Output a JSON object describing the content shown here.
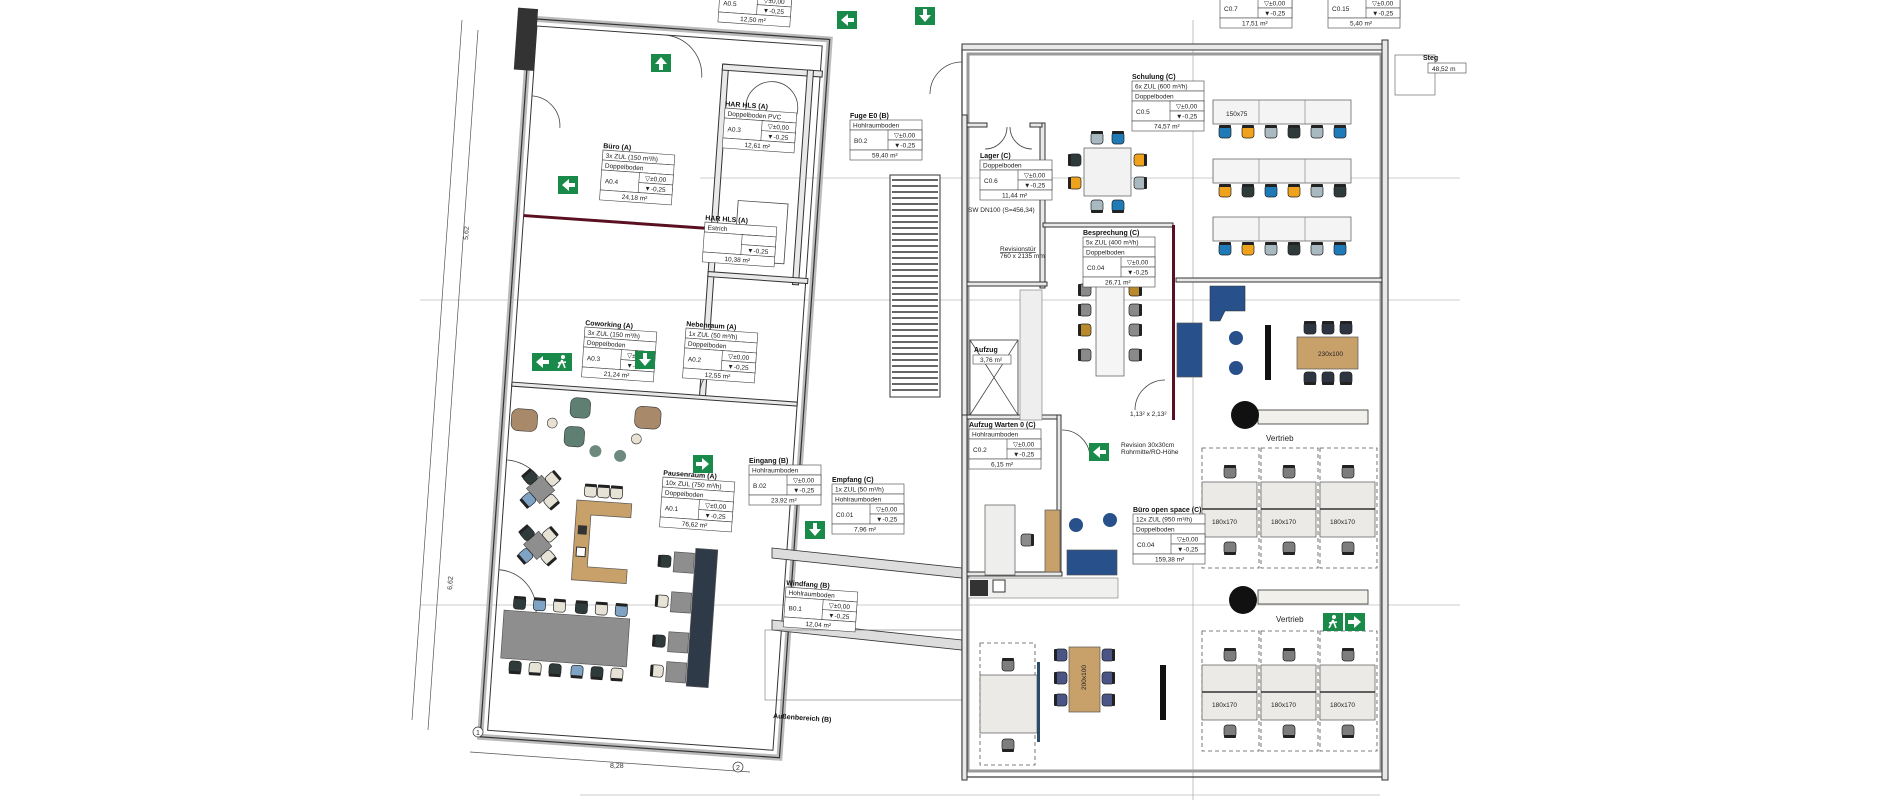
{
  "rooms": {
    "buero_a": {
      "name": "Büro (A)",
      "specs": [
        "3x ZUL (150 m³/h)",
        "Doppelboden"
      ],
      "code": "A0.4",
      "level_top": "▽±0,00",
      "level_bottom": "▼-0,25",
      "area": "24,18 m²"
    },
    "har_hls_1": {
      "name": "HAR HLS (A)",
      "specs": [
        "Doppelboden PVC"
      ],
      "code": "A0.3",
      "level_top": "▽±0,00",
      "level_bottom": "▼-0,25",
      "area": "12,61 m²"
    },
    "har_hls_2": {
      "name": "HAR HLS (A)",
      "specs": [
        "Estrich"
      ],
      "code": "",
      "level_top": "",
      "level_bottom": "▼-0,25",
      "area": "10,38 m²"
    },
    "coworking": {
      "name": "Coworking (A)",
      "specs": [
        "3x ZUL (150 m³/h)",
        "Doppelboden"
      ],
      "code": "A0.3",
      "level_top": "▽±0,00",
      "level_bottom": "▼-0,25",
      "area": "21,24 m²"
    },
    "nebenraum": {
      "name": "Nebenraum (A)",
      "specs": [
        "1x ZUL (50 m³/h)",
        "Doppelboden"
      ],
      "code": "A0.2",
      "level_top": "▽±0,00",
      "level_bottom": "▼-0,25",
      "area": "12,55 m²"
    },
    "pausenraum": {
      "name": "Pausenraum (A)",
      "specs": [
        "10x ZUL (750 m³/h)",
        "Doppelboden"
      ],
      "code": "A0.1",
      "level_top": "▽±0,00",
      "level_bottom": "▼-0,25",
      "area": "76,62 m²"
    },
    "fuge": {
      "name": "Fuge E0 (B)",
      "specs": [
        "Hohlraumboden"
      ],
      "code": "B0.2",
      "level_top": "▽±0,00",
      "level_bottom": "▼-0,25",
      "area": "59,40 m²"
    },
    "eingang": {
      "name": "Eingang (B)",
      "specs": [
        "Hohlraumboden"
      ],
      "code": "B.02",
      "level_top": "▽±0,00",
      "level_bottom": "▼-0,25",
      "area": "23,92 m²"
    },
    "empfang": {
      "name": "Empfang (C)",
      "specs": [
        "1x ZUL (50 m³/h)",
        "Hohlraumboden"
      ],
      "code": "C0.01",
      "level_top": "▽±0,00",
      "level_bottom": "▼-0,25",
      "area": "7,96 m²"
    },
    "windfang": {
      "name": "Windfang (B)",
      "specs": [
        "Hohlraumboden"
      ],
      "code": "B0.1",
      "level_top": "▽±0,00",
      "level_bottom": "▼-0,25",
      "area": "12,04 m²"
    },
    "lager": {
      "name": "Lager (C)",
      "specs": [
        "Doppelboden"
      ],
      "code": "C0.6",
      "level_top": "▽±0,00",
      "level_bottom": "▼-0,25",
      "area": "11,44 m²"
    },
    "schulung": {
      "name": "Schulung (C)",
      "specs": [
        "6x ZUL (600 m³/h)",
        "Doppelboden"
      ],
      "code": "C0.5",
      "level_top": "▽±0,00",
      "level_bottom": "▼-0,25",
      "area": "74,57 m²"
    },
    "besprechung": {
      "name": "Besprechung (C)",
      "specs": [
        "5x ZUL (400 m³/h)",
        "Doppelboden"
      ],
      "code": "C0.04",
      "level_top": "▽±0,00",
      "level_bottom": "▼-0,25",
      "area": "26,71 m²"
    },
    "aufzug_warten": {
      "name": "Aufzug Warten 0 (C)",
      "specs": [
        "Hohlraumboden"
      ],
      "code": "C0.2",
      "level_top": "▽±0,00",
      "level_bottom": "▼-0,25",
      "area": "6,15 m²"
    },
    "buero_open": {
      "name": "Büro open space (C)",
      "specs": [
        "12x ZUL (950 m³/h)",
        "Doppelboden"
      ],
      "code": "C0.04",
      "level_top": "▽±0,00",
      "level_bottom": "▼-0,25",
      "area": "159,38 m²"
    },
    "c07": {
      "name": "",
      "specs": [],
      "code": "C0.7",
      "level_top": "▽±0,00",
      "level_bottom": "▼-0,25",
      "area": "17,51 m²"
    },
    "c015": {
      "name": "",
      "specs": [],
      "code": "C0.15",
      "level_top": "▽±0,00",
      "level_bottom": "▼-0,25",
      "area": "5,40 m²"
    },
    "a05": {
      "name": "",
      "specs": [],
      "code": "A0.5",
      "level_top": "▽±0,00",
      "level_bottom": "▼-0,25",
      "area": "12,50 m²"
    }
  },
  "labels": {
    "aufzug": "Aufzug",
    "aufzug_area": "3,76 m²",
    "aussenbereich": "Außenbereich (B)",
    "vertrieb_1": "Vertrieb",
    "vertrieb_2": "Vertrieb",
    "steg": "Steg",
    "steg_value": "48,52 m",
    "revision": "Revision 30x30cm",
    "revision_2": "Rohrmitte/RO-Höhe",
    "revisionstuer": "Revisionstür",
    "revisionstuer_dim": "760 x 2135 mm",
    "sw": "SW DN100 (S=456,34)",
    "table_schulung": "150x75",
    "table_lounge": "230x100",
    "desk": "180x170",
    "table_wood": "200x100"
  },
  "dimensions": {
    "width_left": "8,28",
    "height_1": "5,62",
    "height_2": "6,62",
    "axis_1": "1",
    "axis_2": "2",
    "door": "1,13² x 2,13²"
  },
  "colors": {
    "exit_green": "#1a8a4a",
    "chair_blue": "#1f7ab8",
    "chair_orange": "#efa21c",
    "chair_light": "#a9b9c0",
    "chair_dark": "#2f3a3a",
    "navy": "#28508a",
    "wood": "#c8a06a"
  }
}
